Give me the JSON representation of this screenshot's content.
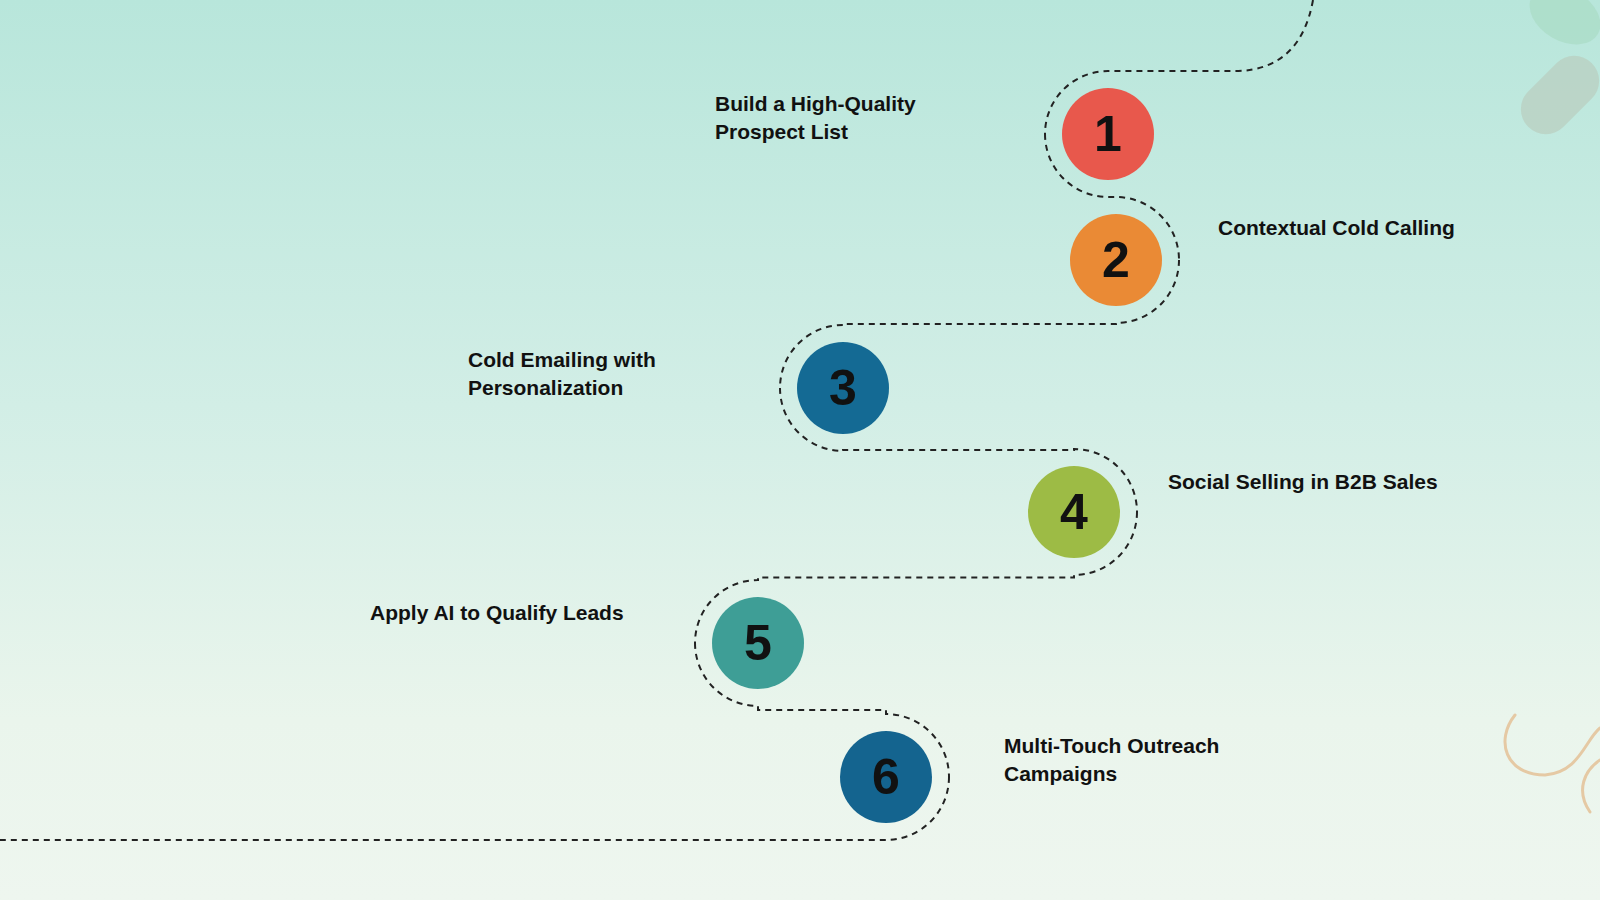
{
  "diagram": {
    "nodes": [
      {
        "text": [
          "1",
          "Build a High-Quality Prospect List"
        ]
      },
      {
        "text": [
          "2",
          "Contextual Cold Calling"
        ]
      },
      {
        "text": [
          "3",
          "Cold Emailing with Personalization"
        ]
      },
      {
        "text": [
          "4",
          "Social Selling in B2B Sales"
        ]
      },
      {
        "text": [
          "5",
          "Apply AI to Qualify Leads"
        ]
      },
      {
        "text": [
          "6",
          "Multi-Touch Outreach Campaigns"
        ]
      }
    ],
    "edges": [
      {
        "from": 0,
        "to": 1,
        "arrow": "none"
      },
      {
        "from": 1,
        "to": 2,
        "arrow": "none"
      },
      {
        "from": 2,
        "to": 3,
        "arrow": "none"
      },
      {
        "from": 3,
        "to": 4,
        "arrow": "none"
      },
      {
        "from": 4,
        "to": 5,
        "arrow": "none"
      }
    ]
  }
}
